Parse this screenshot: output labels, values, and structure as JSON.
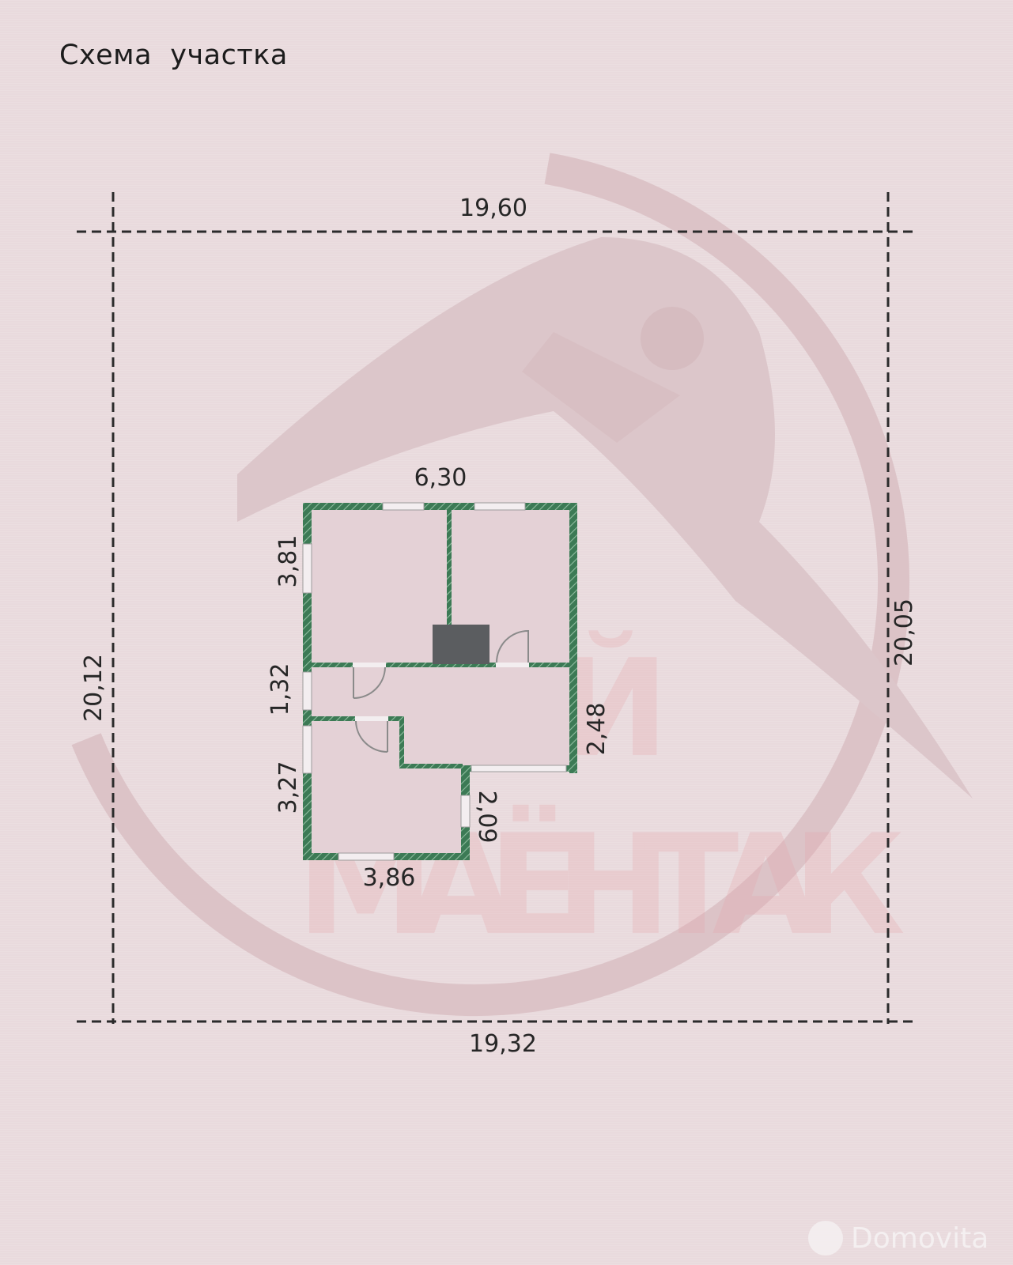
{
  "title": "Схема  участка",
  "watermark": {
    "logo": "stork-bird-logo",
    "text_lines": [
      "МОЙ",
      "МАЁНТАК"
    ],
    "color": "#e6a6ab"
  },
  "plot_dimensions": {
    "top": "19,60",
    "bottom": "19,32",
    "left": "20,12",
    "right": "20,05"
  },
  "house_dimensions": {
    "top": "6,30",
    "left_upper": "3,81",
    "left_middle": "1,32",
    "left_lower": "3,27",
    "right": "2,48",
    "notch": "2,09",
    "bottom": "3,86"
  },
  "colors": {
    "wall": "#3c7a55",
    "stove": "#5b5d60",
    "background": "#e9dadd"
  },
  "brand": {
    "icon": "domovita-logo-icon",
    "text": "Domovita"
  }
}
